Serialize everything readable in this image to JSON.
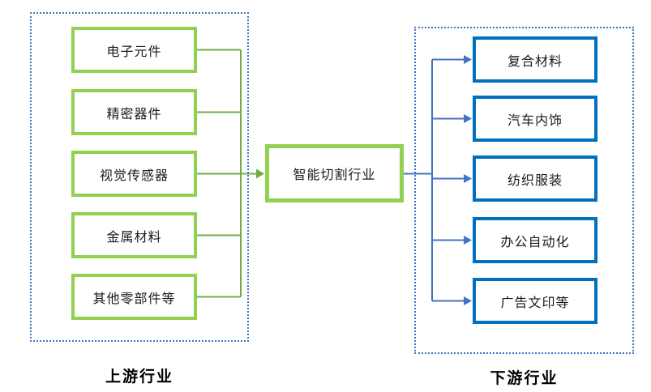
{
  "diagram": {
    "title_hint": "industry chain diagram",
    "center": {
      "label": "智能切割行业"
    },
    "upstream": {
      "group_label": "上游行业",
      "items": [
        "电子元件",
        "精密器件",
        "视觉传感器",
        "金属材料",
        "其他零部件等"
      ]
    },
    "downstream": {
      "group_label": "下游行业",
      "items": [
        "复合材料",
        "汽车内饰",
        "纺织服装",
        "办公自动化",
        "广告文印等"
      ]
    },
    "colors": {
      "upstream_box_border": "#92D050",
      "upstream_connector": "#70AD47",
      "downstream_box_border": "#0070C0",
      "downstream_connector": "#4472C4",
      "container_dotted_border": "#4472C4",
      "text": "#1a1a1a",
      "background": "#ffffff"
    }
  }
}
